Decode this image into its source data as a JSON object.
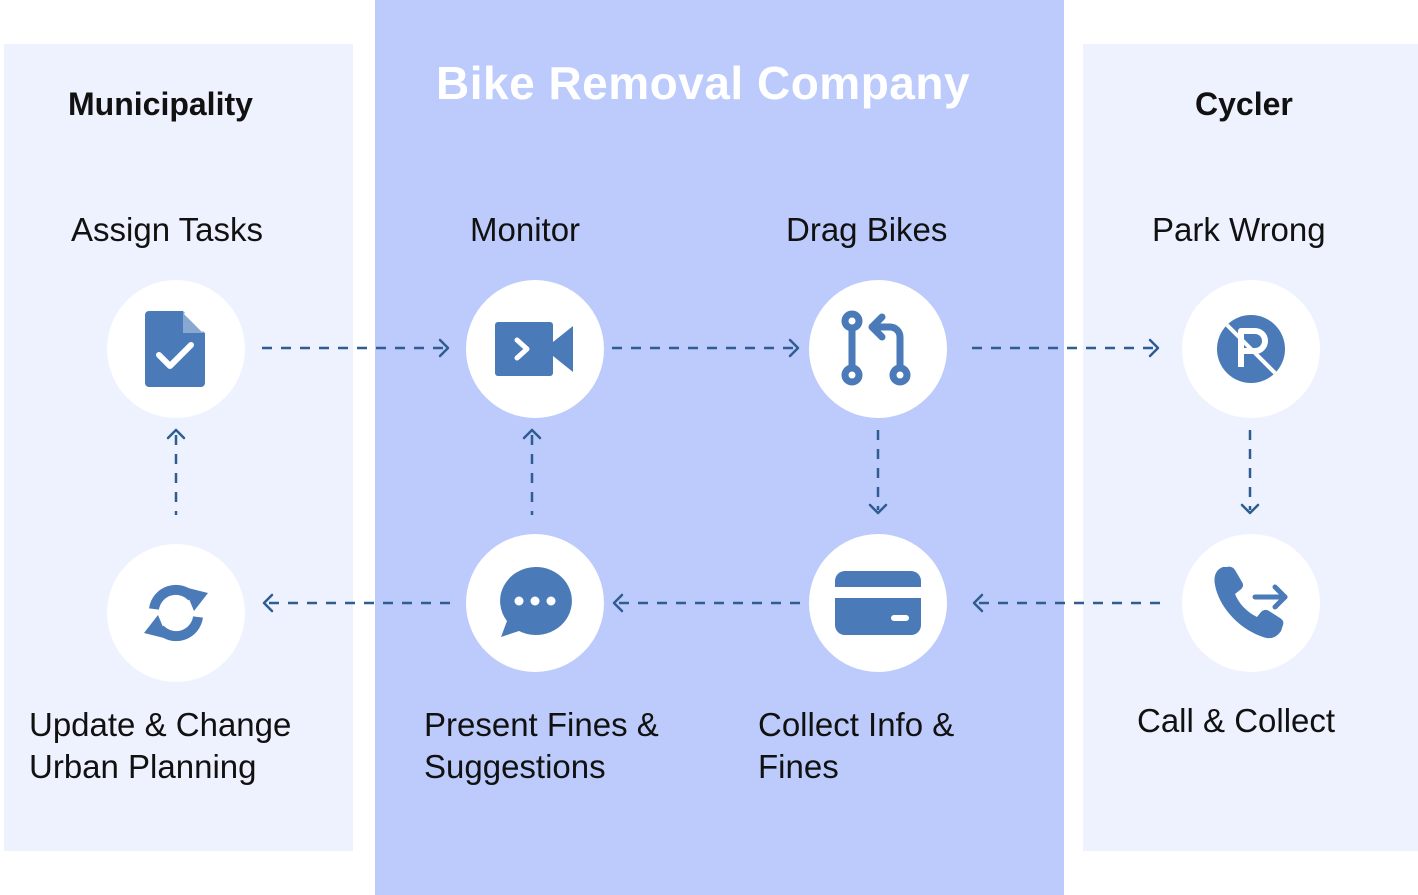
{
  "lanes": {
    "municipality": {
      "title": "Municipality"
    },
    "company": {
      "title": "Bike Removal Company"
    },
    "cycler": {
      "title": "Cycler"
    }
  },
  "steps": {
    "assign_tasks": {
      "label": "Assign Tasks",
      "icon": "file-check-icon"
    },
    "monitor": {
      "label": "Monitor",
      "icon": "video-camera-icon"
    },
    "drag_bikes": {
      "label": "Drag Bikes",
      "icon": "git-pull-request-icon"
    },
    "park_wrong": {
      "label": "Park Wrong",
      "icon": "no-parking-icon"
    },
    "call_collect": {
      "label": "Call & Collect",
      "icon": "phone-forward-icon"
    },
    "collect_info": {
      "label_line1": "Collect Info &",
      "label_line2": "Fines",
      "icon": "credit-card-icon"
    },
    "present_fines": {
      "label_line1": "Present Fines &",
      "label_line2": "Suggestions",
      "icon": "chat-bubble-icon"
    },
    "update_change": {
      "label_line1": "Update & Change",
      "label_line2": "Urban Planning",
      "icon": "refresh-icon"
    }
  },
  "colors": {
    "icon": "#4a7ab8",
    "connector": "#2f5d91",
    "company_lane": "#bccbfc",
    "side_lane": "#eef2fe"
  }
}
